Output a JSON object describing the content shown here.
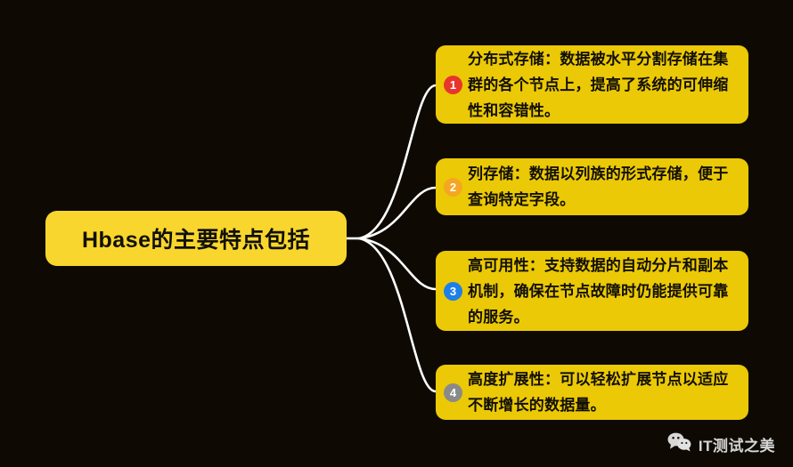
{
  "theme": {
    "background": "#0e0a03",
    "root_fill": "#f9d62e",
    "card_fill": "#ebc906",
    "text_color": "#120f06",
    "connector_color": "#ffffff"
  },
  "root": {
    "label": "Hbase的主要特点包括"
  },
  "branches": [
    {
      "number": "1",
      "badge_color": "#e8352c",
      "text": "分布式存储：数据被水平分割存储在集群的各个节点上，提高了系统的可伸缩性和容错性。"
    },
    {
      "number": "2",
      "badge_color": "#f5a623",
      "text": "列存储：数据以列族的形式存储，便于查询特定字段。"
    },
    {
      "number": "3",
      "badge_color": "#1e7fe8",
      "text": "高可用性：支持数据的自动分片和副本机制，确保在节点故障时仍能提供可靠的服务。"
    },
    {
      "number": "4",
      "badge_color": "#8a8a8a",
      "text": "高度扩展性：可以轻松扩展节点以适应不断增长的数据量。"
    }
  ],
  "watermark": {
    "icon": "wechat-icon",
    "text": "IT测试之美"
  }
}
